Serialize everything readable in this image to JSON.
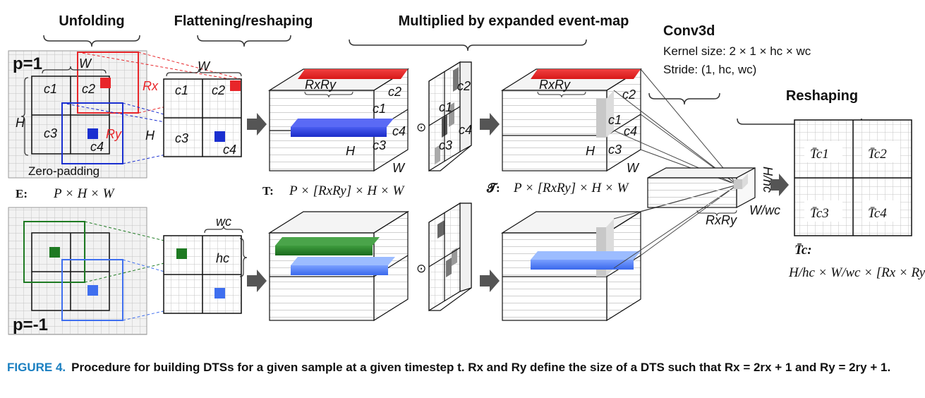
{
  "stages": {
    "unfolding": "Unfolding",
    "flattening": "Flattening/reshaping",
    "multiplied": "Multiplied by expanded event-map",
    "conv3d": "Conv3d",
    "reshaping": "Reshaping"
  },
  "conv3d": {
    "kernel": "Kernel size: 2 × 1 × hc × wc",
    "stride": "Stride: (1, hc, wc)"
  },
  "labels": {
    "p_pos": "p=1",
    "p_neg": "p=-1",
    "W": "W",
    "H": "H",
    "Rx": "Rx",
    "Ry": "Ry",
    "RxRy": "RxRy",
    "zero_padding": "Zero-padding",
    "c1": "c1",
    "c2": "c2",
    "c3": "c3",
    "c4": "c4",
    "wc": "wc",
    "hc": "hc",
    "H_over_hc": "H/hc",
    "W_over_wc": "W/wc",
    "odot": "⊙"
  },
  "formulas": {
    "E": "E:",
    "E_dims": "P × H × W",
    "T": "T:",
    "T_dims": "P × [RxRy] × H × W",
    "Tcal": "𝓣:",
    "Tcal_dims": "P × [RxRy] × H × W",
    "Tbar": "T̄c:",
    "Tbar_dims": "H/hc × W/wc × [Rx × Ry]",
    "Tc1": "T̄c1",
    "Tc2": "T̄c2",
    "Tc3": "T̄c3",
    "Tc4": "T̄c4"
  },
  "caption": {
    "label": "FIGURE 4.",
    "text": "Procedure for building DTSs for a given sample at a given timestep t. Rx and Ry define the size of a DTS such that Rx = 2rx + 1 and Ry = 2ry + 1."
  },
  "colors": {
    "red": "#e8262a",
    "blue": "#1a2fd0",
    "light_blue": "#3f6fef",
    "green": "#1e7a22",
    "grid": "#bdbdbd",
    "caption_label": "#1a7fc1"
  }
}
